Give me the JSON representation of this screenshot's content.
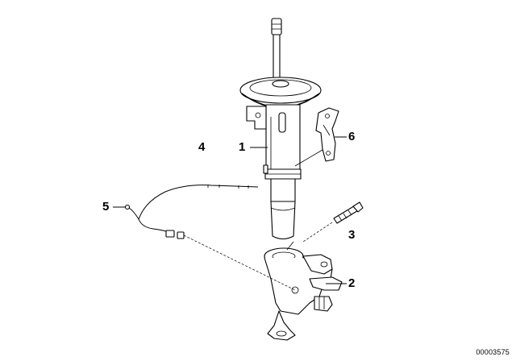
{
  "callouts": [
    {
      "id": "1",
      "label": "1"
    },
    {
      "id": "2",
      "label": "2"
    },
    {
      "id": "3",
      "label": "3"
    },
    {
      "id": "4",
      "label": "4"
    },
    {
      "id": "5",
      "label": "5"
    },
    {
      "id": "6",
      "label": "6"
    }
  ],
  "document_id": "00003575"
}
